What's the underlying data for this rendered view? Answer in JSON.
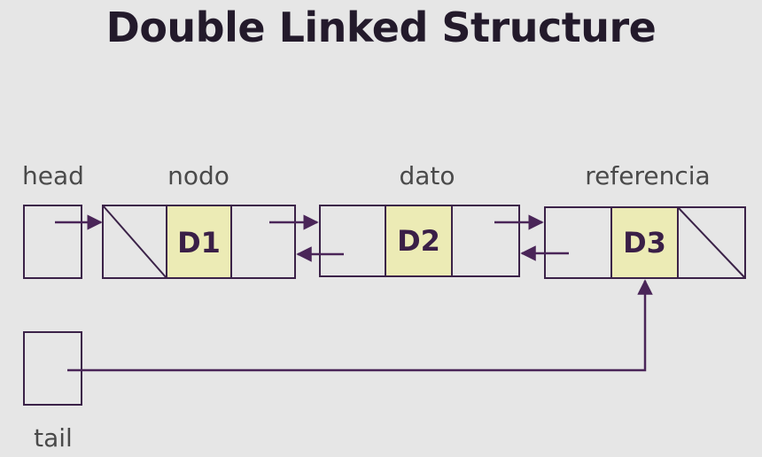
{
  "title": "Double Linked Structure",
  "labels": {
    "head": "head",
    "nodo": "nodo",
    "dato": "dato",
    "referencia": "referencia",
    "tail": "tail"
  },
  "nodes": [
    {
      "data": "D1",
      "prev": "null",
      "next": "D2"
    },
    {
      "data": "D2",
      "prev": "D1",
      "next": "D3"
    },
    {
      "data": "D3",
      "prev": "D2",
      "next": "null"
    }
  ],
  "pointers": {
    "head": "D1",
    "tail": "D3"
  },
  "colors": {
    "background": "#e6e6e6",
    "outline": "#3b2248",
    "data_fill": "#ecebb5",
    "title": "#231a2b"
  }
}
